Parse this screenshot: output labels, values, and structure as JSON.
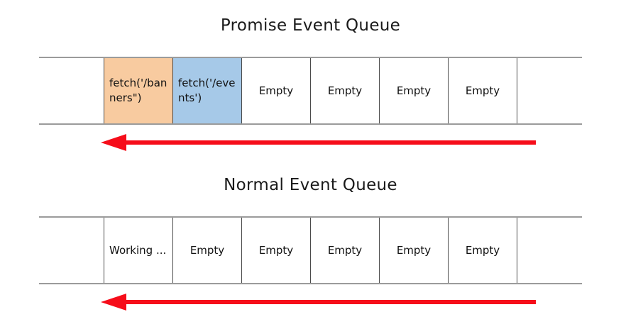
{
  "diagram": {
    "title": "Promise Event Queue / Normal Event Queue",
    "accent_red": "#f60d1a",
    "fill_orange": "#f8cba0",
    "fill_blue": "#a6c9e8",
    "border_gray": "#9b9b9b",
    "border_dark": "#4a4a4a"
  },
  "sections": [
    {
      "id": "promise",
      "title": "Promise Event Queue",
      "arrow_direction": "left",
      "arrow_label": "",
      "cells": [
        {
          "text": "",
          "fill": "none",
          "align": "left",
          "pad": "left"
        },
        {
          "text": "fetch('/banners\")",
          "fill": "orange",
          "align": "left",
          "pad": "none"
        },
        {
          "text": "fetch('/events')",
          "fill": "blue",
          "align": "left",
          "pad": "none"
        },
        {
          "text": "Empty",
          "fill": "none",
          "align": "center",
          "pad": "none"
        },
        {
          "text": "Empty",
          "fill": "none",
          "align": "center",
          "pad": "none"
        },
        {
          "text": "Empty",
          "fill": "none",
          "align": "center",
          "pad": "none"
        },
        {
          "text": "Empty",
          "fill": "none",
          "align": "center",
          "pad": "none"
        },
        {
          "text": "",
          "fill": "none",
          "align": "left",
          "pad": "right"
        }
      ]
    },
    {
      "id": "normal",
      "title": "Normal Event Queue",
      "arrow_direction": "left",
      "arrow_label": "",
      "cells": [
        {
          "text": "",
          "fill": "none",
          "align": "left",
          "pad": "left"
        },
        {
          "text": "Working ...",
          "fill": "none",
          "align": "left",
          "pad": "none"
        },
        {
          "text": "Empty",
          "fill": "none",
          "align": "center",
          "pad": "none"
        },
        {
          "text": "Empty",
          "fill": "none",
          "align": "center",
          "pad": "none"
        },
        {
          "text": "Empty",
          "fill": "none",
          "align": "center",
          "pad": "none"
        },
        {
          "text": "Empty",
          "fill": "none",
          "align": "center",
          "pad": "none"
        },
        {
          "text": "Empty",
          "fill": "none",
          "align": "center",
          "pad": "none"
        },
        {
          "text": "",
          "fill": "none",
          "align": "left",
          "pad": "right"
        }
      ]
    }
  ]
}
